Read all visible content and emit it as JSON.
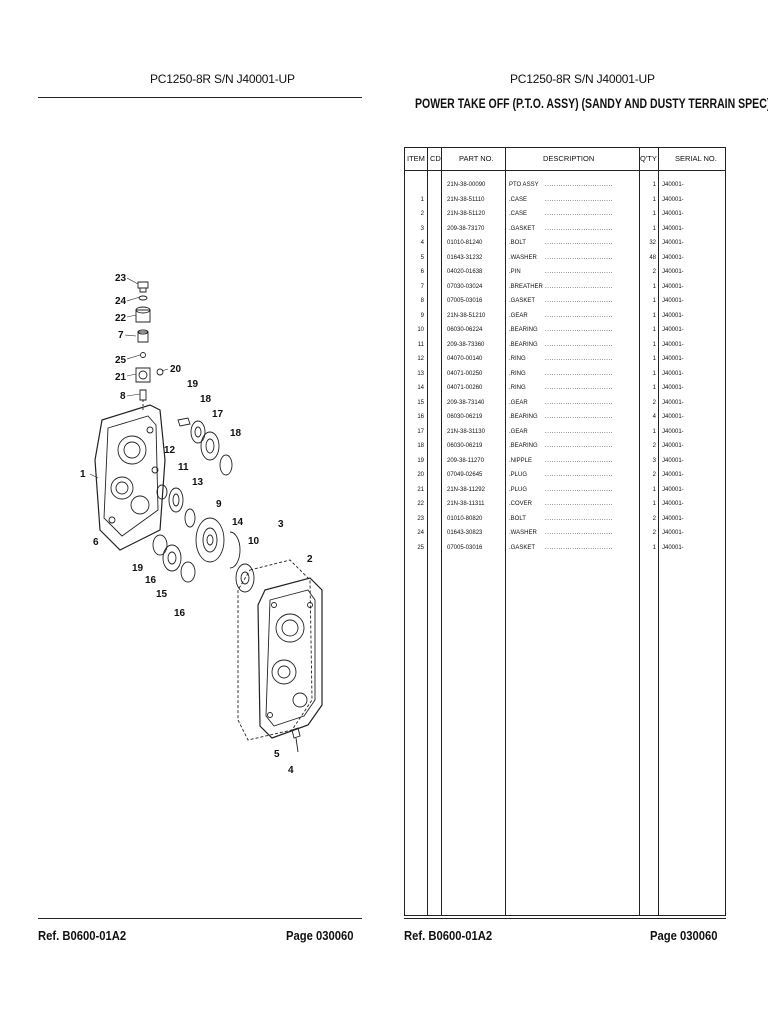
{
  "header": {
    "left_model": "PC1250-8R S/N J40001-UP",
    "right_model": "PC1250-8R S/N J40001-UP",
    "title": "POWER TAKE OFF (P.T.O. ASSY) (SANDY AND DUSTY TERRAIN SPEC)"
  },
  "table": {
    "columns": [
      "ITEM",
      "CD",
      "PART NO.",
      "DESCRIPTION",
      "Q'TY",
      "SERIAL NO."
    ],
    "rows": [
      {
        "item": "",
        "part": "21N-38-00090",
        "desc": "PTO ASSY",
        "qty": "1",
        "serial": "J40001-"
      },
      {
        "item": "1",
        "part": "21N-38-51110",
        "desc": ".CASE",
        "qty": "1",
        "serial": "J40001-"
      },
      {
        "item": "2",
        "part": "21N-38-51120",
        "desc": ".CASE",
        "qty": "1",
        "serial": "J40001-"
      },
      {
        "item": "3",
        "part": "209-38-73170",
        "desc": ".GASKET",
        "qty": "1",
        "serial": "J40001-"
      },
      {
        "item": "4",
        "part": "01010-81240",
        "desc": ".BOLT",
        "qty": "32",
        "serial": "J40001-"
      },
      {
        "item": "5",
        "part": "01643-31232",
        "desc": ".WASHER",
        "qty": "48",
        "serial": "J40001-"
      },
      {
        "item": "6",
        "part": "04020-01638",
        "desc": ".PIN",
        "qty": "2",
        "serial": "J40001-"
      },
      {
        "item": "7",
        "part": "07030-03024",
        "desc": ".BREATHER",
        "qty": "1",
        "serial": "J40001-"
      },
      {
        "item": "8",
        "part": "07005-03016",
        "desc": ".GASKET",
        "qty": "1",
        "serial": "J40001-"
      },
      {
        "item": "9",
        "part": "21N-38-51210",
        "desc": ".GEAR",
        "qty": "1",
        "serial": "J40001-"
      },
      {
        "item": "10",
        "part": "06030-06224",
        "desc": ".BEARING",
        "qty": "1",
        "serial": "J40001-"
      },
      {
        "item": "11",
        "part": "209-38-73360",
        "desc": ".BEARING",
        "qty": "1",
        "serial": "J40001-"
      },
      {
        "item": "12",
        "part": "04070-00140",
        "desc": ".RING",
        "qty": "1",
        "serial": "J40001-"
      },
      {
        "item": "13",
        "part": "04071-00250",
        "desc": ".RING",
        "qty": "1",
        "serial": "J40001-"
      },
      {
        "item": "14",
        "part": "04071-00260",
        "desc": ".RING",
        "qty": "1",
        "serial": "J40001-"
      },
      {
        "item": "15",
        "part": "209-38-73140",
        "desc": ".GEAR",
        "qty": "2",
        "serial": "J40001-"
      },
      {
        "item": "16",
        "part": "06030-06219",
        "desc": ".BEARING",
        "qty": "4",
        "serial": "J40001-"
      },
      {
        "item": "17",
        "part": "21N-38-31130",
        "desc": ".GEAR",
        "qty": "1",
        "serial": "J40001-"
      },
      {
        "item": "18",
        "part": "06030-06219",
        "desc": ".BEARING",
        "qty": "2",
        "serial": "J40001-"
      },
      {
        "item": "19",
        "part": "209-38-11270",
        "desc": ".NIPPLE",
        "qty": "3",
        "serial": "J40001-"
      },
      {
        "item": "20",
        "part": "07049-02645",
        "desc": ".PLUG",
        "qty": "2",
        "serial": "J40001-"
      },
      {
        "item": "21",
        "part": "21N-38-11292",
        "desc": ".PLUG",
        "qty": "1",
        "serial": "J40001-"
      },
      {
        "item": "22",
        "part": "21N-38-11311",
        "desc": ".COVER",
        "qty": "1",
        "serial": "J40001-"
      },
      {
        "item": "23",
        "part": "01010-80820",
        "desc": ".BOLT",
        "qty": "2",
        "serial": "J40001-"
      },
      {
        "item": "24",
        "part": "01643-30823",
        "desc": ".WASHER",
        "qty": "2",
        "serial": "J40001-"
      },
      {
        "item": "25",
        "part": "07005-03016",
        "desc": ".GASKET",
        "qty": "1",
        "serial": "J40001-"
      }
    ]
  },
  "diagram": {
    "callouts": [
      "23",
      "24",
      "22",
      "7",
      "25",
      "21",
      "20",
      "8",
      "19",
      "18",
      "17",
      "18",
      "12",
      "11",
      "13",
      "9",
      "14",
      "10",
      "1",
      "6",
      "19",
      "16",
      "15",
      "16",
      "3",
      "2",
      "5",
      "4"
    ]
  },
  "footer": {
    "left_ref": "Ref.  B0600-01A2",
    "left_page": "Page    030060",
    "right_ref": "Ref.  B0600-01A2",
    "right_page": "Page    030060"
  }
}
